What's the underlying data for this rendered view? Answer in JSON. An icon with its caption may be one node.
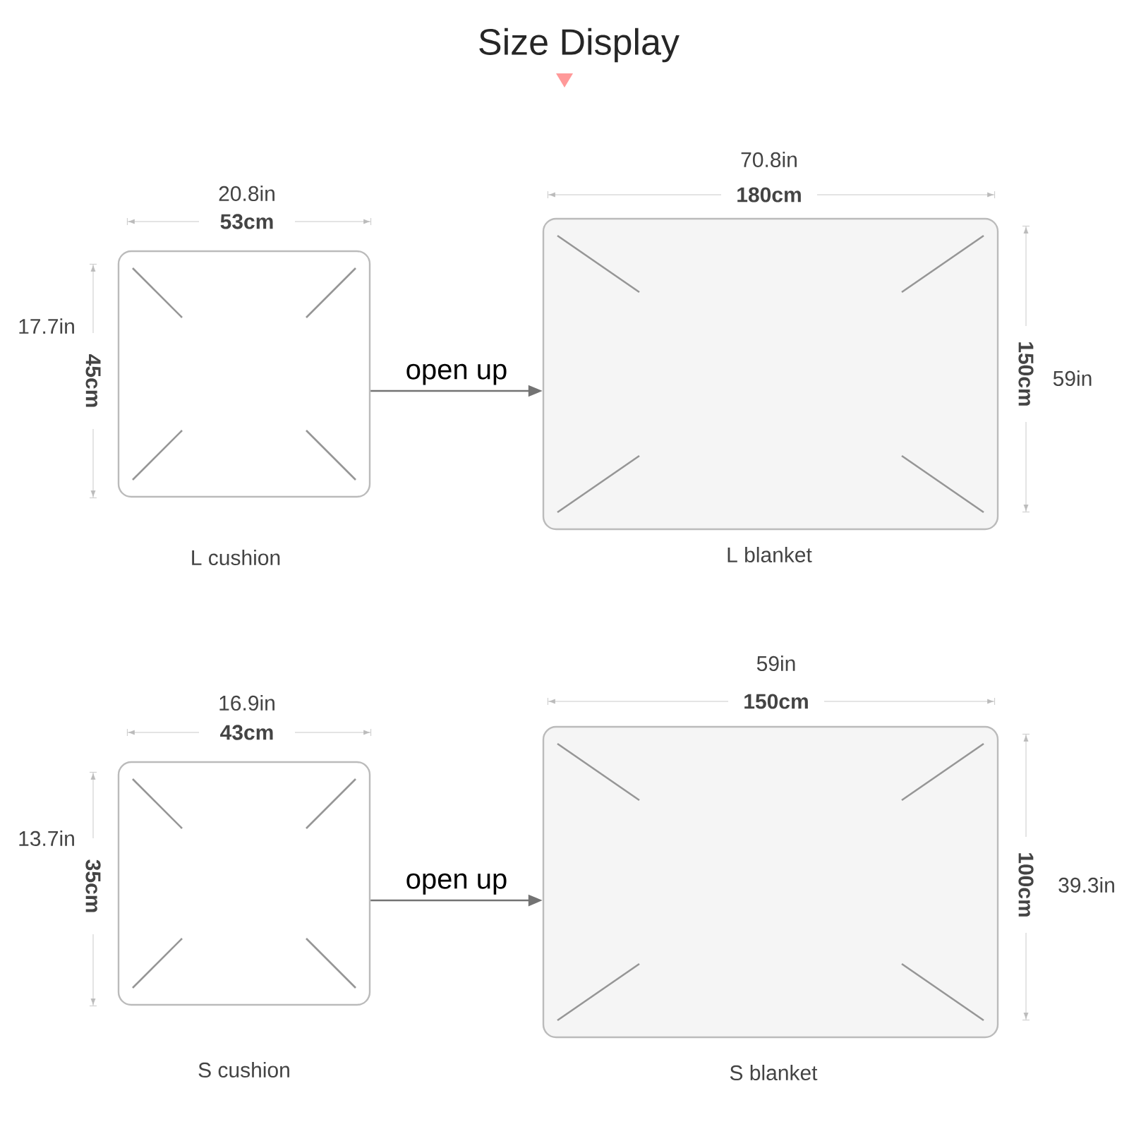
{
  "diagram": {
    "title": "Size Display",
    "nodes": [
      {
        "text": [],
        "shape": "box",
        "beside": [
          "L cushion"
        ]
      },
      {
        "text": [],
        "shape": "box",
        "beside": [
          "L blanket"
        ]
      },
      {
        "text": [],
        "shape": "box",
        "beside": [
          "S cushion"
        ]
      },
      {
        "text": [],
        "shape": "box",
        "beside": [
          "S blanket"
        ]
      }
    ],
    "edges": [
      {
        "from": 0,
        "to": 1,
        "arrow": "to",
        "label": "open up"
      },
      {
        "from": 2,
        "to": 3,
        "arrow": "to",
        "label": "open up"
      }
    ],
    "labels": [
      "20.8in",
      "53cm",
      "17.7in",
      "45cm",
      "70.8in",
      "180cm",
      "150cm",
      "59in",
      "16.9in",
      "43cm",
      "13.7in",
      "35cm",
      "59in",
      "150cm",
      "100cm",
      "39.3in"
    ]
  }
}
